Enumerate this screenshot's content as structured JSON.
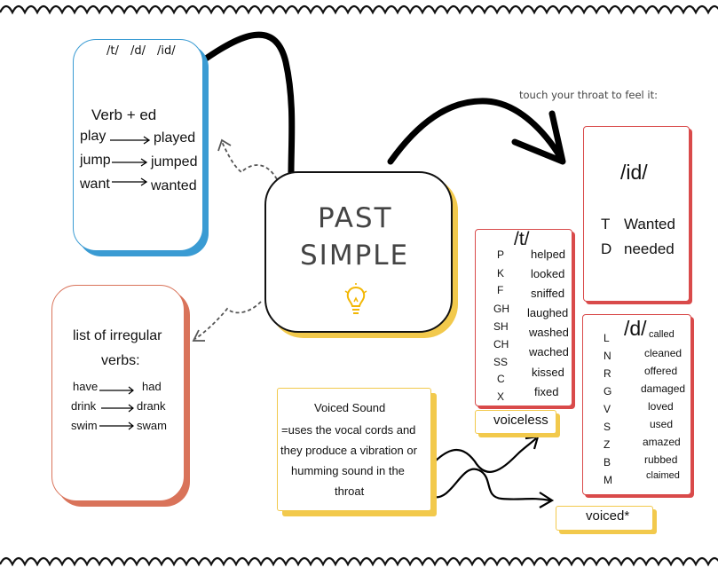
{
  "center": {
    "line1": "PAST",
    "line2": "SIMPLE"
  },
  "hint": "touch your throat to feel it:",
  "rule_box": {
    "sounds": [
      "/t/",
      "/d/",
      "/id/"
    ],
    "rule": "Verb + ed",
    "pairs": [
      {
        "base": "play",
        "past": "played"
      },
      {
        "base": "jump",
        "past": "jumped"
      },
      {
        "base": "want",
        "past": "wanted"
      }
    ]
  },
  "irregular_box": {
    "title_line1": "list of irregular",
    "title_line2": "verbs:",
    "pairs": [
      {
        "base": "have",
        "past": "had"
      },
      {
        "base": "drink",
        "past": "drank"
      },
      {
        "base": "swim",
        "past": "swam"
      }
    ]
  },
  "id_box": {
    "title": "/id/",
    "rows": [
      {
        "letter": "T",
        "word": "Wanted"
      },
      {
        "letter": "D",
        "word": "needed"
      }
    ]
  },
  "t_box": {
    "title": "/t/",
    "rows": [
      {
        "letter": "P",
        "word": "helped"
      },
      {
        "letter": "K",
        "word": "looked"
      },
      {
        "letter": "F",
        "word": "sniffed"
      },
      {
        "letter": "GH",
        "word": "laughed"
      },
      {
        "letter": "SH",
        "word": "washed"
      },
      {
        "letter": "CH",
        "word": "wached"
      },
      {
        "letter": "SS",
        "word": "kissed"
      },
      {
        "letter": "C",
        "word": ""
      },
      {
        "letter": "X",
        "word": "fixed"
      }
    ]
  },
  "d_box": {
    "title": "/d/",
    "title_suffix": "called",
    "rows": [
      {
        "letter": "L",
        "word": ""
      },
      {
        "letter": "N",
        "word": "cleaned"
      },
      {
        "letter": "R",
        "word": "offered"
      },
      {
        "letter": "G",
        "word": "damaged"
      },
      {
        "letter": "V",
        "word": "loved"
      },
      {
        "letter": "S",
        "word": "used"
      },
      {
        "letter": "Z",
        "word": "amazed"
      },
      {
        "letter": "B",
        "word": "rubbed"
      },
      {
        "letter": "M",
        "word": "claimed"
      }
    ]
  },
  "voiced_note": {
    "line1": "Voiced Sound",
    "line2": "=uses the vocal cords and",
    "line3": "they produce a vibration or",
    "line4": "humming sound in the",
    "line5": "throat"
  },
  "labels": {
    "voiceless": "voiceless",
    "voiced": "voiced*"
  },
  "colors": {
    "blue": "#3a9bd3",
    "red": "#d94a4a",
    "orange": "#d9735a",
    "yellow": "#f2c94c",
    "bulb": "#f2b705"
  }
}
